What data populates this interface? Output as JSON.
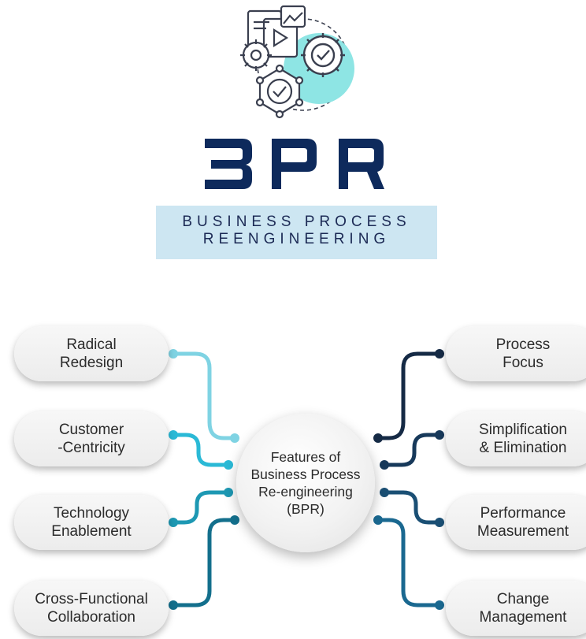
{
  "logo": {
    "letters": [
      "B",
      "P",
      "R"
    ],
    "title_line1": "BUSINESS PROCESS",
    "title_line2": "REENGINEERING",
    "colors": {
      "navy": "#0e2a5c",
      "teal": "#4a9aa8",
      "mint": "#8ee5e4",
      "banner": "#cde6f2"
    }
  },
  "center": {
    "lines": [
      "Features of",
      "Business Process",
      "Re-engineering",
      "(BPR)"
    ]
  },
  "features_left": [
    {
      "line1": "Radical",
      "line2": "Redesign",
      "color": "#7fd3e3"
    },
    {
      "line1": "Customer",
      "line2": "-Centricity",
      "color": "#2ab9d6"
    },
    {
      "line1": "Technology",
      "line2": "Enablement",
      "color": "#1d98b3"
    },
    {
      "line1": "Cross-Functional",
      "line2": "Collaboration",
      "color": "#136f8c"
    }
  ],
  "features_right": [
    {
      "line1": "Process",
      "line2": "Focus",
      "color": "#152a45"
    },
    {
      "line1": "Simplification",
      "line2": "& Elimination",
      "color": "#17395a"
    },
    {
      "line1": "Performance",
      "line2": "Measurement",
      "color": "#1a4f74"
    },
    {
      "line1": "Change",
      "line2": "Management",
      "color": "#1a6890"
    }
  ]
}
